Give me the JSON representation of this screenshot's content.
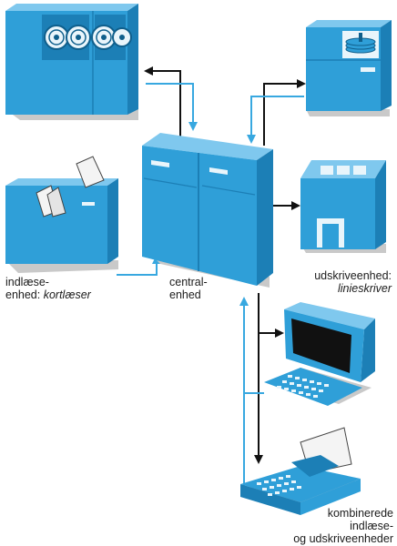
{
  "colors": {
    "device_blue": "#2f9fd8",
    "device_dark": "#1c7fb6",
    "device_light": "#7fc8ee",
    "base_gray": "#c9c9c9",
    "line_blue": "#38a8e0",
    "arrow_black": "#111111"
  },
  "labels": {
    "input": {
      "line1": "indlæse-",
      "line2_plain": "enhed: ",
      "line2_italic": "kortlæser"
    },
    "central": {
      "line1": "central-",
      "line2": "enhed"
    },
    "output": {
      "line1": "udskriveenhed:",
      "line2_italic": "linieskriver"
    },
    "combined": {
      "line1": "kombinerede",
      "line2": "indlæse-",
      "line3": "og udskriveenheder"
    }
  },
  "devices": [
    {
      "name": "tape-station",
      "icon": "magnetic-tape-reels-icon"
    },
    {
      "name": "disk-unit",
      "icon": "disk-stack-icon"
    },
    {
      "name": "card-reader",
      "icon": "punched-cards-icon"
    },
    {
      "name": "central-unit",
      "icon": "cabinet-icon"
    },
    {
      "name": "line-printer",
      "icon": "printer-icon"
    },
    {
      "name": "display-terminal",
      "icon": "monitor-keyboard-icon"
    },
    {
      "name": "teleprinter",
      "icon": "typewriter-paper-icon"
    }
  ]
}
